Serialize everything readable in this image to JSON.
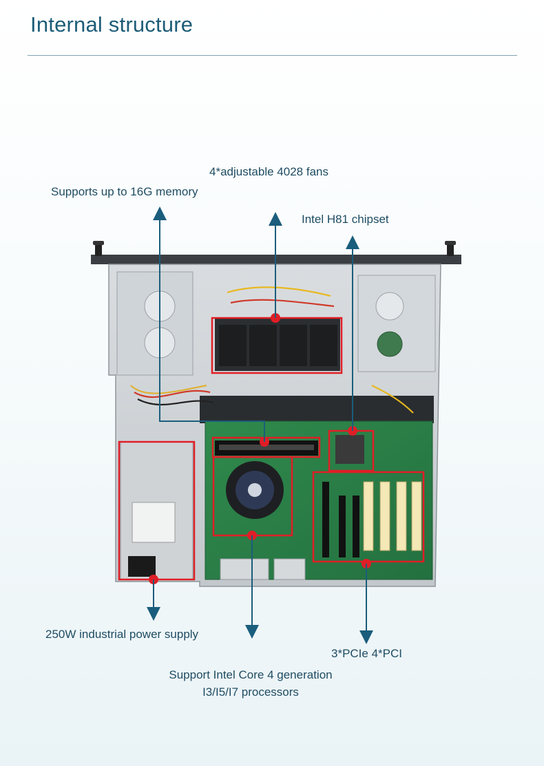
{
  "header": {
    "title": "Internal structure"
  },
  "callouts": {
    "fans": "4*adjustable 4028 fans",
    "memory": "Supports up to 16G memory",
    "chipset": "Intel H81 chipset",
    "power": "250W industrial power supply",
    "pci": "3*PCIe 4*PCI",
    "cpu_line1": "Support Intel Core 4 generation",
    "cpu_line2": "I3/I5/I7 processors"
  },
  "colors": {
    "accent": "#1d5d78",
    "pointer": "#1a5d7c",
    "highlight": "#e01e26"
  }
}
